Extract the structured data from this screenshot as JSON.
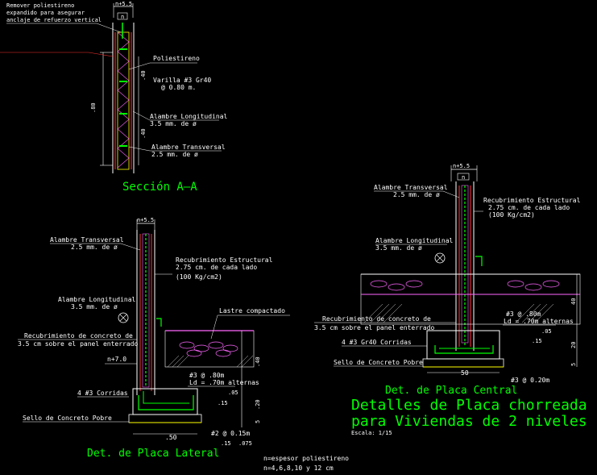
{
  "section": {
    "title": "Sección A–A",
    "top_dim": "n+5.5",
    "top_n": "n",
    "note_remove": [
      "Remover poliestireno",
      "expandido para asegurar",
      "anclaje de refuerzo vertical"
    ],
    "poliestireno": "Poliestireno",
    "varilla": [
      "Varilla #3 Gr40",
      "@ 0.80 m."
    ],
    "alambre_long": [
      "Alambre Longitudinal",
      "3.5 mm. de ø"
    ],
    "alambre_trans": [
      "Alambre Transversal",
      "2.5 mm. de ø"
    ],
    "dim_80": ".80",
    "dim_40a": ".40",
    "dim_40b": ".40"
  },
  "lateral": {
    "title": "Det. de Placa Lateral",
    "top_dim": "n+5.5",
    "alambre_trans": [
      "Alambre Transversal",
      "2.5 mm. de ø"
    ],
    "recubrimiento": [
      "Recubrimiento Estructural",
      "2.75 cm. de cada lado",
      "(100 Kg/cm2)"
    ],
    "alambre_long": [
      "Alambre Longitudinal",
      "3.5 mm. de ø"
    ],
    "lastre": "Lastre compactado",
    "recub_concreto": [
      "Recubrimiento de concreto de",
      "3.5 cm sobre el panel enterrado"
    ],
    "n_plus_7": "n+7.0",
    "varilla_80": [
      "#3 @ .80m",
      "Ld = .70m alternas"
    ],
    "corridas": "4 #3 Corridas",
    "sello": "Sello de Concreto Pobre",
    "dim_50": ".50",
    "varilla_15": "#2 @ 0.15m",
    "d15a": ".15",
    "d075": ".075",
    "d15b": ".15",
    "d40": ".40",
    "d20": ".20",
    "d5": "5",
    "d05": ".05"
  },
  "central": {
    "title": "Det. de Placa Central",
    "top_dim": "n+5.5",
    "top_n": "n",
    "alambre_trans": [
      "Alambre Transversal",
      "2.5 mm. de ø"
    ],
    "recubrimiento": [
      "Recubrimiento Estructural",
      "2.75 cm. de cada lado",
      "(100 Kg/cm2)"
    ],
    "alambre_long": [
      "Alambre Longitudinal",
      "3.5 mm. de ø"
    ],
    "recub_concreto": [
      "Recubrimiento de concreto de",
      "3.5 cm sobre el panel enterrado"
    ],
    "varilla_80": [
      "#3 @ .80m",
      "Ld = .70m alternas"
    ],
    "corridas": "4 #3 Gr40 Corridas",
    "sello": "Sello de Concreto Pobre",
    "dim_50": "50",
    "varilla_20": "#3 @ 0.20m",
    "d40": "40",
    "d20": "20",
    "d5": "5",
    "d05": ".05",
    "d15": ".15"
  },
  "main_title": [
    "Detalles de Placa chorreada",
    "para Viviendas de 2 niveles"
  ],
  "scale": "Escala: 1/15",
  "notes": [
    "n=espesor poliestireno",
    "n=4,6,8,10 y 12 cm"
  ]
}
